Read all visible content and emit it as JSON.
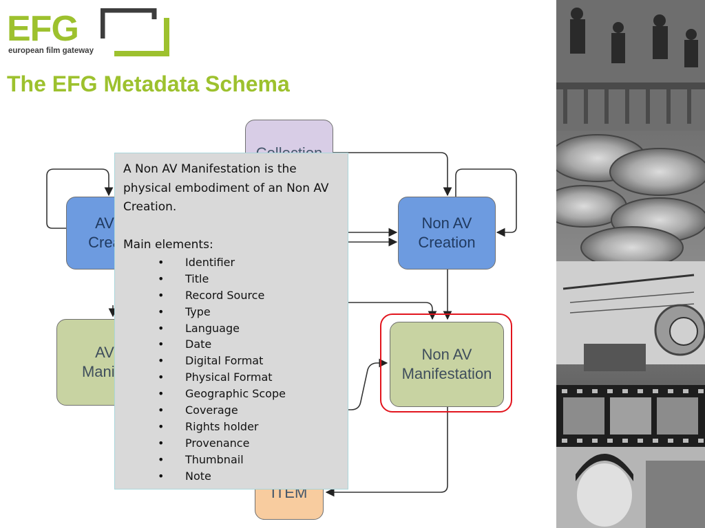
{
  "logo": {
    "brand": "EFG",
    "tagline": "european film gateway",
    "brand_color": "#9dc12e",
    "frame_color": "#3d3d3d"
  },
  "title": "The EFG Metadata Schema",
  "diagram": {
    "nodes": {
      "collection": "Collection",
      "av_creation": [
        "AV",
        "Crea"
      ],
      "non_av_creation": [
        "Non AV",
        "Creation"
      ],
      "av_manifestation": [
        "AV",
        "Manife"
      ],
      "non_av_manifestation": [
        "Non AV",
        "Manifestation"
      ],
      "item": "ITEM"
    },
    "colors": {
      "creation": "#6d9be0",
      "manifestation": "#c8d3a2",
      "collection": "#d8cde6",
      "item": "#f8cc9f",
      "highlight": "#e2141d"
    },
    "highlighted_node": "Non AV Manifestation"
  },
  "popup": {
    "intro": "A Non AV Manifestation is the physical embodiment of an Non AV Creation.",
    "heading": "Main elements:",
    "bullet": "•",
    "elements": [
      "Identifier",
      "Title",
      "Record Source",
      "Type",
      "Language",
      "Date",
      "Digital Format",
      "Physical Format",
      "Geographic Scope",
      "Coverage",
      "Rights holder",
      "Provenance",
      "Thumbnail",
      "Note"
    ]
  },
  "side_panel": {
    "image": "film-history-collage"
  }
}
